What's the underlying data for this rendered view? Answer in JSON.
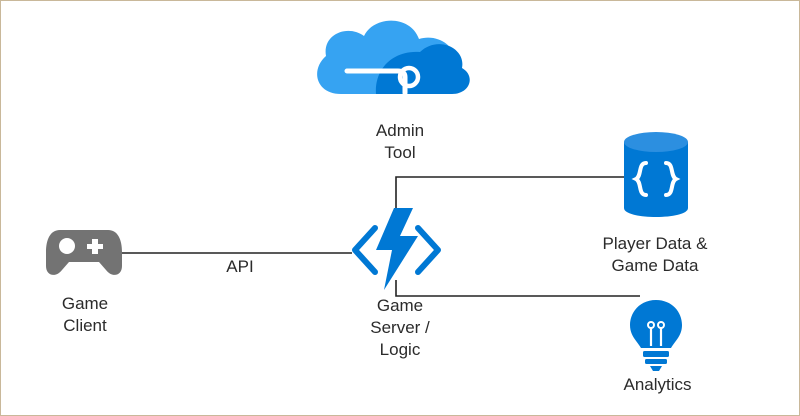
{
  "nodes": {
    "admin_tool": {
      "label": "Admin\nTool",
      "icon": "cloud-icon"
    },
    "game_server": {
      "label": "Game\nServer /\nLogic",
      "icon": "function-lightning-icon"
    },
    "game_client": {
      "label": "Game\nClient",
      "icon": "gamepad-icon"
    },
    "player_data": {
      "label": "Player Data &\nGame Data",
      "icon": "database-json-icon"
    },
    "analytics": {
      "label": "Analytics",
      "icon": "lightbulb-icon"
    }
  },
  "edges": {
    "client_to_server": {
      "label": "API"
    }
  },
  "colors": {
    "azure_blue": "#0078d4",
    "azure_blue_light": "#36a3f2",
    "gamepad_gray": "#737373",
    "line": "#222222",
    "text": "#2b2b2b",
    "frame": "#c9b89a"
  }
}
